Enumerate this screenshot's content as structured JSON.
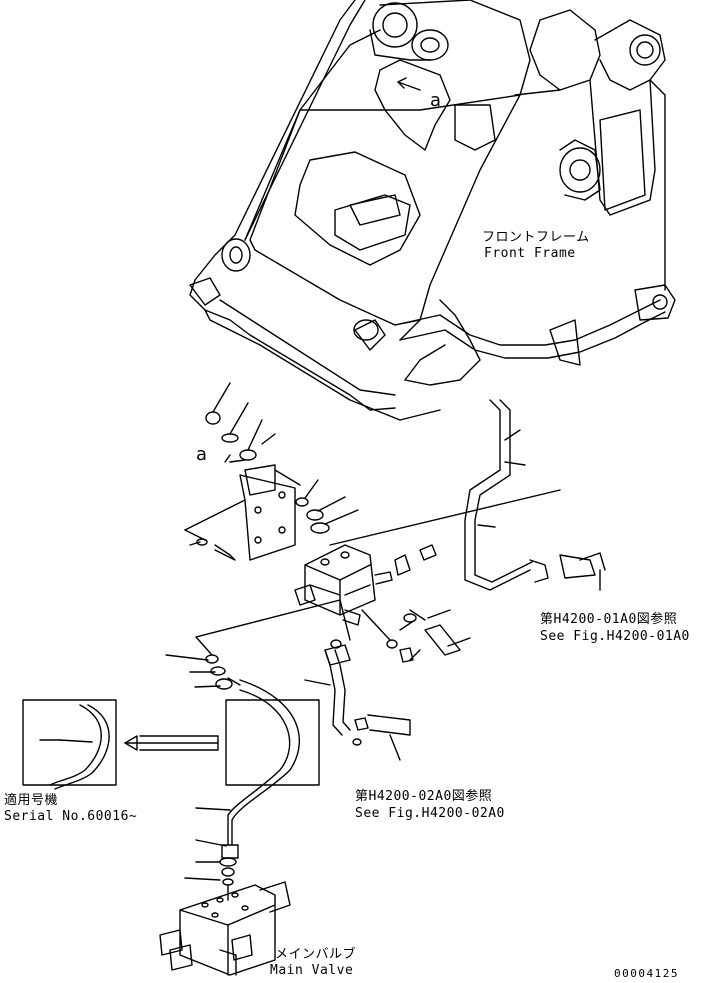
{
  "labels": {
    "front_frame_jp": "フロントフレーム",
    "front_frame_en": "Front Frame",
    "ref1_jp": "第H4200-01A0図参照",
    "ref1_en": "See Fig.H4200-01A0",
    "ref2_jp": "第H4200-02A0図参照",
    "ref2_en": "See Fig.H4200-02A0",
    "serial_jp": "適用号機",
    "serial_en": "Serial No.60016~",
    "main_valve_jp": "メインバルブ",
    "main_valve_en": "Main Valve",
    "callout_a_top": "a",
    "callout_a_bracket": "a",
    "drawing_number": "00004125"
  }
}
